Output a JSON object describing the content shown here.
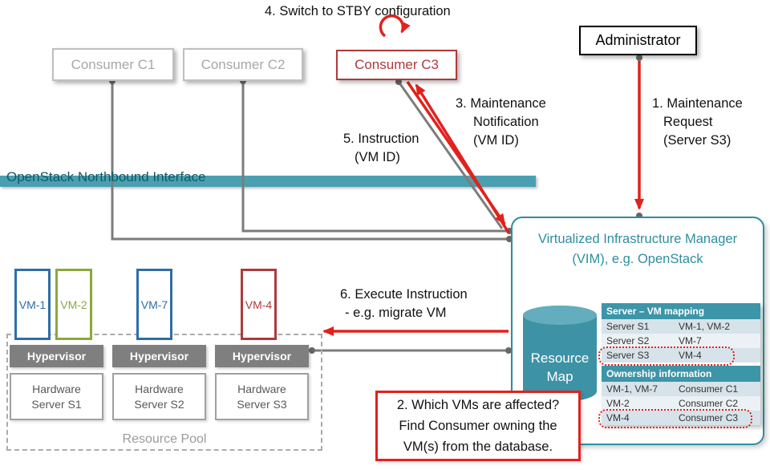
{
  "colors": {
    "teal_bar": "#4AA0B0",
    "teal_dark": "#2E8EA0",
    "table_header_teal": "#3D95A8",
    "arrow_red": "#E2211C",
    "dark_red": "#B0393B",
    "vm_blue": "#2F6DA8",
    "vm_green": "#8BA83C",
    "wire_gray": "#7C7C7C"
  },
  "consumers": [
    {
      "label": "Consumer C1"
    },
    {
      "label": "Consumer C2"
    },
    {
      "label": "Consumer C3"
    }
  ],
  "administrator": {
    "label": "Administrator"
  },
  "northbound_interface": {
    "label": "OpenStack Northbound Interface"
  },
  "steps": {
    "step1": {
      "lines": [
        "1. Maintenance",
        "Request",
        "(Server S3)"
      ]
    },
    "step2": {
      "lines": [
        "2. Which VMs are affected?",
        "Find Consumer owning the",
        "VM(s) from the database."
      ]
    },
    "step3": {
      "lines": [
        "3. Maintenance",
        "Notification",
        "(VM ID)"
      ]
    },
    "step4": {
      "label": "4. Switch to STBY configuration"
    },
    "step5": {
      "lines": [
        "5. Instruction",
        "(VM ID)"
      ]
    },
    "step6": {
      "lines": [
        "6. Execute Instruction",
        "- e.g. migrate VM"
      ]
    }
  },
  "vim": {
    "title_lines": [
      "Virtualized Infrastructure Manager",
      "(VIM), e.g. OpenStack"
    ],
    "resource_map": {
      "lines": [
        "Resource",
        "Map"
      ]
    },
    "server_vm_table": {
      "header": "Server – VM mapping",
      "rows": [
        {
          "server": "Server S1",
          "vms": "VM-1, VM-2"
        },
        {
          "server": "Server S2",
          "vms": "VM-7"
        },
        {
          "server": "Server S3",
          "vms": "VM-4"
        }
      ]
    },
    "ownership_table": {
      "header": "Ownership information",
      "rows": [
        {
          "vms": "VM-1, VM-7",
          "owner": "Consumer C1"
        },
        {
          "vms": "VM-2",
          "owner": "Consumer C2"
        },
        {
          "vms": "VM-4",
          "owner": "Consumer C3"
        }
      ]
    }
  },
  "resource_pool": {
    "label": "Resource Pool",
    "vms": [
      {
        "label": "VM-1"
      },
      {
        "label": "VM-2"
      },
      {
        "label": "VM-7"
      },
      {
        "label": "VM-4"
      }
    ],
    "stacks": [
      {
        "hypervisor_label": "Hypervisor",
        "hardware_lines": [
          "Hardware",
          "Server S1"
        ]
      },
      {
        "hypervisor_label": "Hypervisor",
        "hardware_lines": [
          "Hardware",
          "Server S2"
        ]
      },
      {
        "hypervisor_label": "Hypervisor",
        "hardware_lines": [
          "Hardware",
          "Server S3"
        ]
      }
    ]
  }
}
